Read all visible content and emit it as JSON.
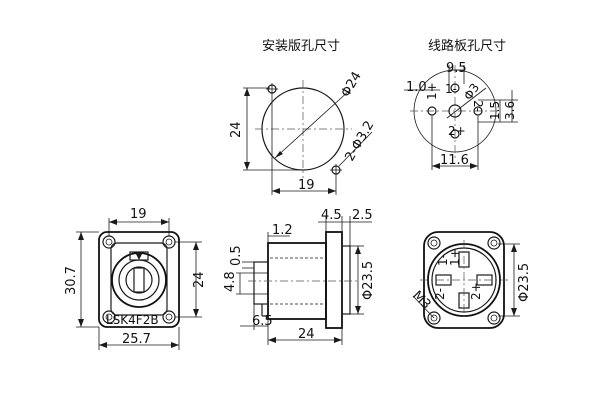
{
  "titles": {
    "mount_panel": "安装版孔尺寸",
    "pcb_panel": "线路板孔尺寸"
  },
  "mount_view": {
    "dia_main": "Φ24",
    "dia_hole": "2-Φ3.2",
    "height": "24",
    "width": "19"
  },
  "pcb_view": {
    "top": "9.5",
    "left": "1.0",
    "dia": "Φ3",
    "r1": "1.5",
    "r2": "3.6",
    "bottom": "11.6",
    "pins": [
      "1-",
      "1+",
      "2-",
      "2+"
    ]
  },
  "front_view": {
    "top_width": "19",
    "height_outer": "30.7",
    "height_inner": "24",
    "width": "25.7",
    "model": "LSK4F2B"
  },
  "side_view": {
    "d1": "1.2",
    "d2": "4.5",
    "d3": "2.5",
    "d4": "0.5",
    "d5": "4.8",
    "d6": "6.5",
    "length": "24",
    "diameter": "Φ23.5"
  },
  "rear_view": {
    "screw": "M3",
    "diameter": "Φ23.5",
    "pins": [
      "1-",
      "1+",
      "2-",
      "2+"
    ]
  }
}
